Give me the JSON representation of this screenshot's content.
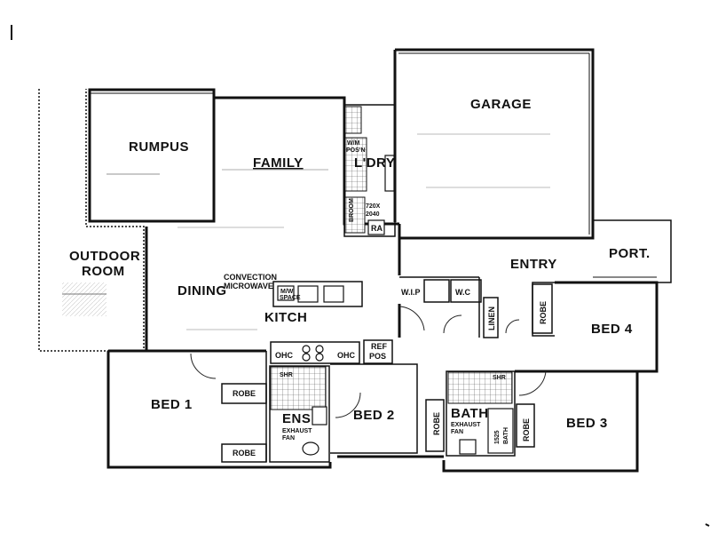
{
  "plan": {
    "rooms": {
      "rumpus": "RUMPUS",
      "family": "FAMILY",
      "ldry": "L'DRY",
      "garage": "GARAGE",
      "outdoor_line1": "OUTDOOR",
      "outdoor_line2": "ROOM",
      "port": "PORT.",
      "entry": "ENTRY",
      "dining": "DINING",
      "kitch": "KITCH",
      "bed1": "BED 1",
      "bed2": "BED 2",
      "bed3": "BED 3",
      "bed4": "BED 4",
      "ens": "ENS",
      "bath": "BATH",
      "wip": "W.I.P",
      "wc": "W.C"
    },
    "labels": {
      "convection": "CONVECTION",
      "microwave": "MICROWAVE",
      "robe": "ROBE",
      "linen": "LINEN",
      "ohc": "OHC",
      "ref_line1": "REF",
      "ref_line2": "POS",
      "shr": "SHR",
      "exhaust": "EXHAUST",
      "fan": "FAN",
      "ra": "RA",
      "door_size_1": "720X",
      "door_size_2": "2040",
      "broom": "BROOM",
      "wm_line1": "W/M",
      "wm_line2": "POS'N",
      "bath_size_1": "1525",
      "bath_size_2": "BATH",
      "mw_space_1": "M/W",
      "mw_space_2": "SPACE"
    }
  }
}
